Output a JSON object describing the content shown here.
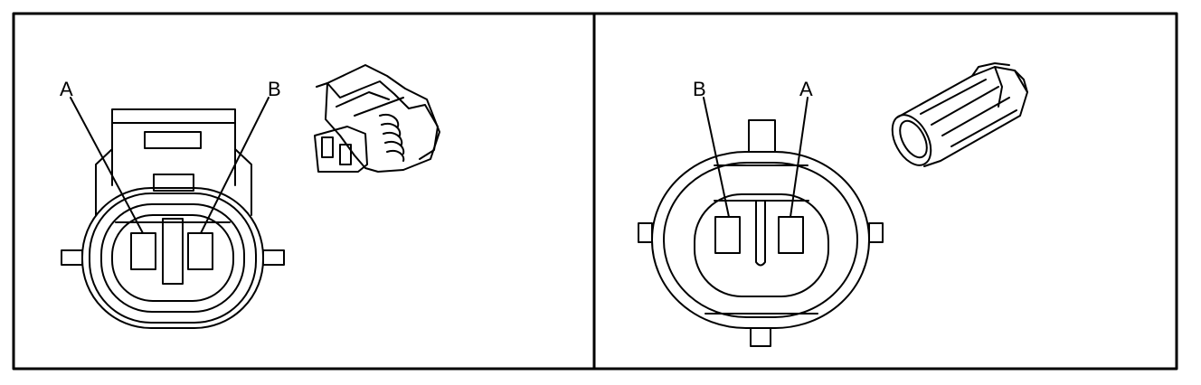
{
  "left_panel": {
    "labels": {
      "a": "A",
      "b": "B"
    }
  },
  "right_panel": {
    "labels": {
      "a": "A",
      "b": "B"
    }
  },
  "colors": {
    "line": "#000000",
    "background": "#ffffff"
  }
}
